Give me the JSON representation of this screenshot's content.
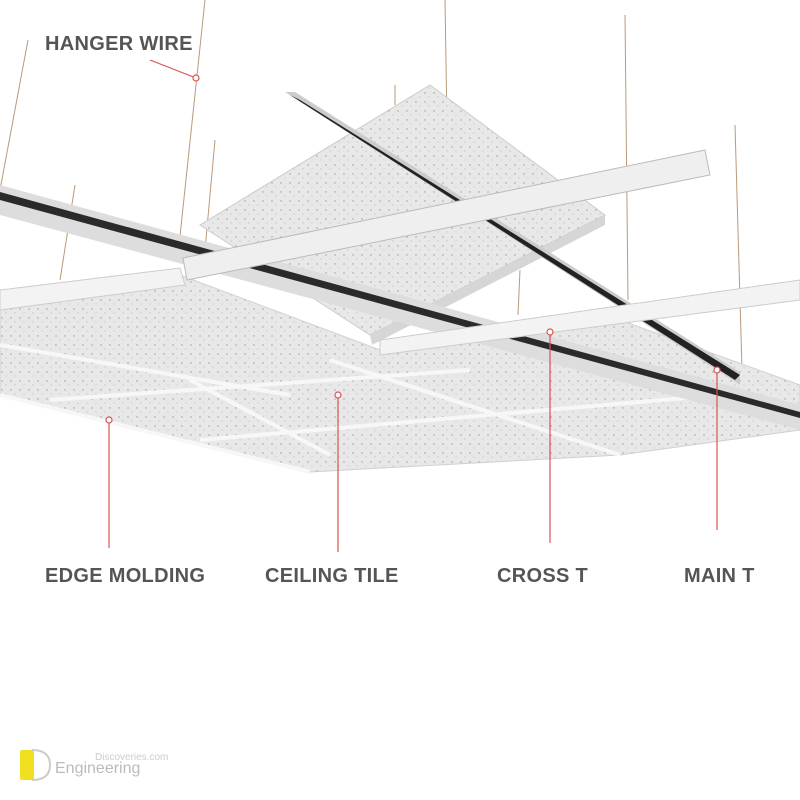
{
  "labels": {
    "hanger_wire": "HANGER WIRE",
    "edge_molding": "EDGE MOLDING",
    "ceiling_tile": "CEILING TILE",
    "cross_t": "CROSS T",
    "main_t": "MAIN T"
  },
  "logo": {
    "line1": "Discoveries.com",
    "line2": "Engineering",
    "mark": "ED"
  },
  "colors": {
    "label_text": "#555555",
    "leader_line": "#d9534f",
    "wire": "#b89a7a",
    "tile": "#e6e6e6",
    "logo_yellow": "#f0e020"
  }
}
